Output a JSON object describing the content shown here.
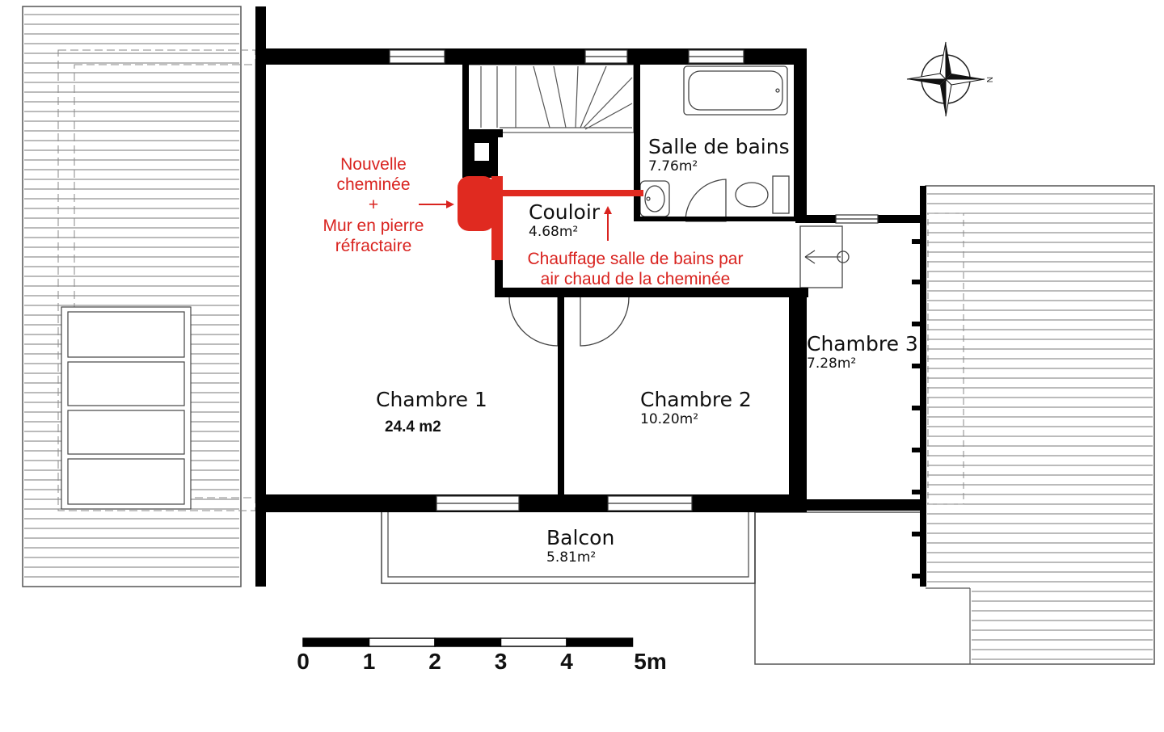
{
  "rooms": {
    "salle_de_bains": {
      "name": "Salle de bains",
      "area": "7.76m²"
    },
    "couloir": {
      "name": "Couloir",
      "area": "4.68m²"
    },
    "chambre1": {
      "name": "Chambre 1",
      "area": "24.4 m2"
    },
    "chambre2": {
      "name": "Chambre 2",
      "area": "10.20m²"
    },
    "chambre3": {
      "name": "Chambre 3",
      "area": "7.28m²"
    },
    "balcon": {
      "name": "Balcon",
      "area": "5.81m²"
    }
  },
  "annotations": {
    "fireplace": [
      "Nouvelle",
      "cheminée",
      "+",
      "Mur en pierre",
      "réfractaire"
    ],
    "heating": [
      "Chauffage salle de bains par",
      "air chaud de la cheminée"
    ]
  },
  "scale_bar": {
    "labels": [
      "0",
      "1",
      "2",
      "3",
      "4",
      "5m"
    ]
  },
  "compass": {
    "label": "N"
  },
  "colors": {
    "wall": "#000000",
    "annotation": "#d9231f",
    "background": "#ffffff",
    "roof_lines": "#555555"
  }
}
